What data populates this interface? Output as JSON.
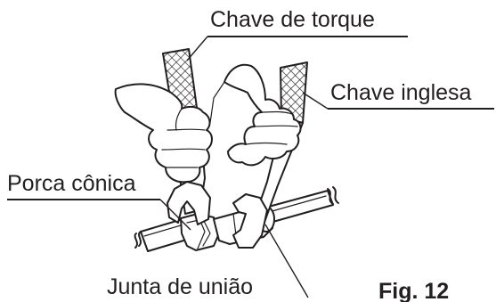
{
  "labels": {
    "torque_wrench": "Chave de torque",
    "spanner": "Chave inglesa",
    "flare_nut": "Porca cônica",
    "union_joint": "Junta de união",
    "figure_number": "Fig. 12"
  },
  "icons": {
    "torque_wrench": "torque-wrench-icon",
    "spanner": "spanner-wrench-icon",
    "pipe": "refrigerant-pipe-icon",
    "flare_nut": "flare-nut-icon",
    "union": "union-joint-icon",
    "hands": "hand-icon"
  },
  "colors": {
    "ink": "#231f20",
    "background": "#ffffff"
  }
}
